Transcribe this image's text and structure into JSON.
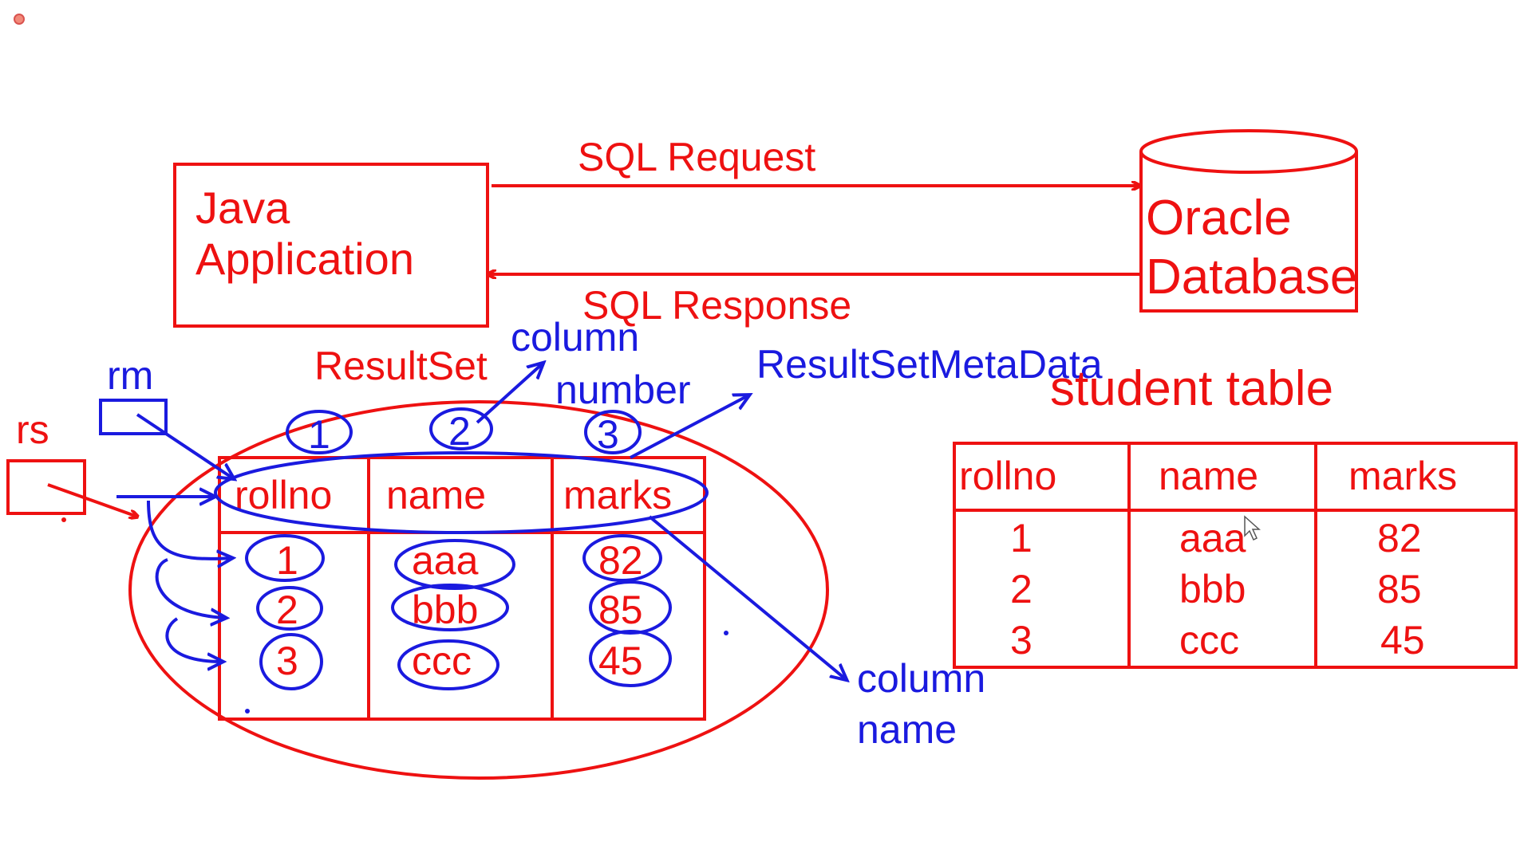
{
  "app": {
    "record_indicator": "recording-dot-icon"
  },
  "java_app": {
    "line1": "Java",
    "line2": "Application"
  },
  "database": {
    "line1": "Oracle",
    "line2": "Database"
  },
  "arrows": {
    "request": "SQL Request",
    "response": "SQL Response"
  },
  "labels": {
    "resultset": "ResultSet",
    "column_number_1": "column",
    "column_number_2": "number",
    "metadata": "ResultSetMetaData",
    "column_name_1": "column",
    "column_name_2": "name",
    "rm": "rm",
    "rs": "rs",
    "student_table_title": "student table"
  },
  "resultset_table": {
    "column_indices": [
      "1",
      "2",
      "3"
    ],
    "headers": [
      "rollno",
      "name",
      "marks"
    ],
    "rows": [
      [
        "1",
        "aaa",
        "82"
      ],
      [
        "2",
        "bbb",
        "85"
      ],
      [
        "3",
        "ccc",
        "45"
      ]
    ]
  },
  "student_table": {
    "headers": [
      "rollno",
      "name",
      "marks"
    ],
    "rows": [
      [
        "1",
        "aaa",
        "82"
      ],
      [
        "2",
        "bbb",
        "85"
      ],
      [
        "3",
        "ccc",
        "45"
      ]
    ]
  },
  "colors": {
    "red_ink": "#ee1111",
    "blue_ink": "#1a1adf"
  }
}
